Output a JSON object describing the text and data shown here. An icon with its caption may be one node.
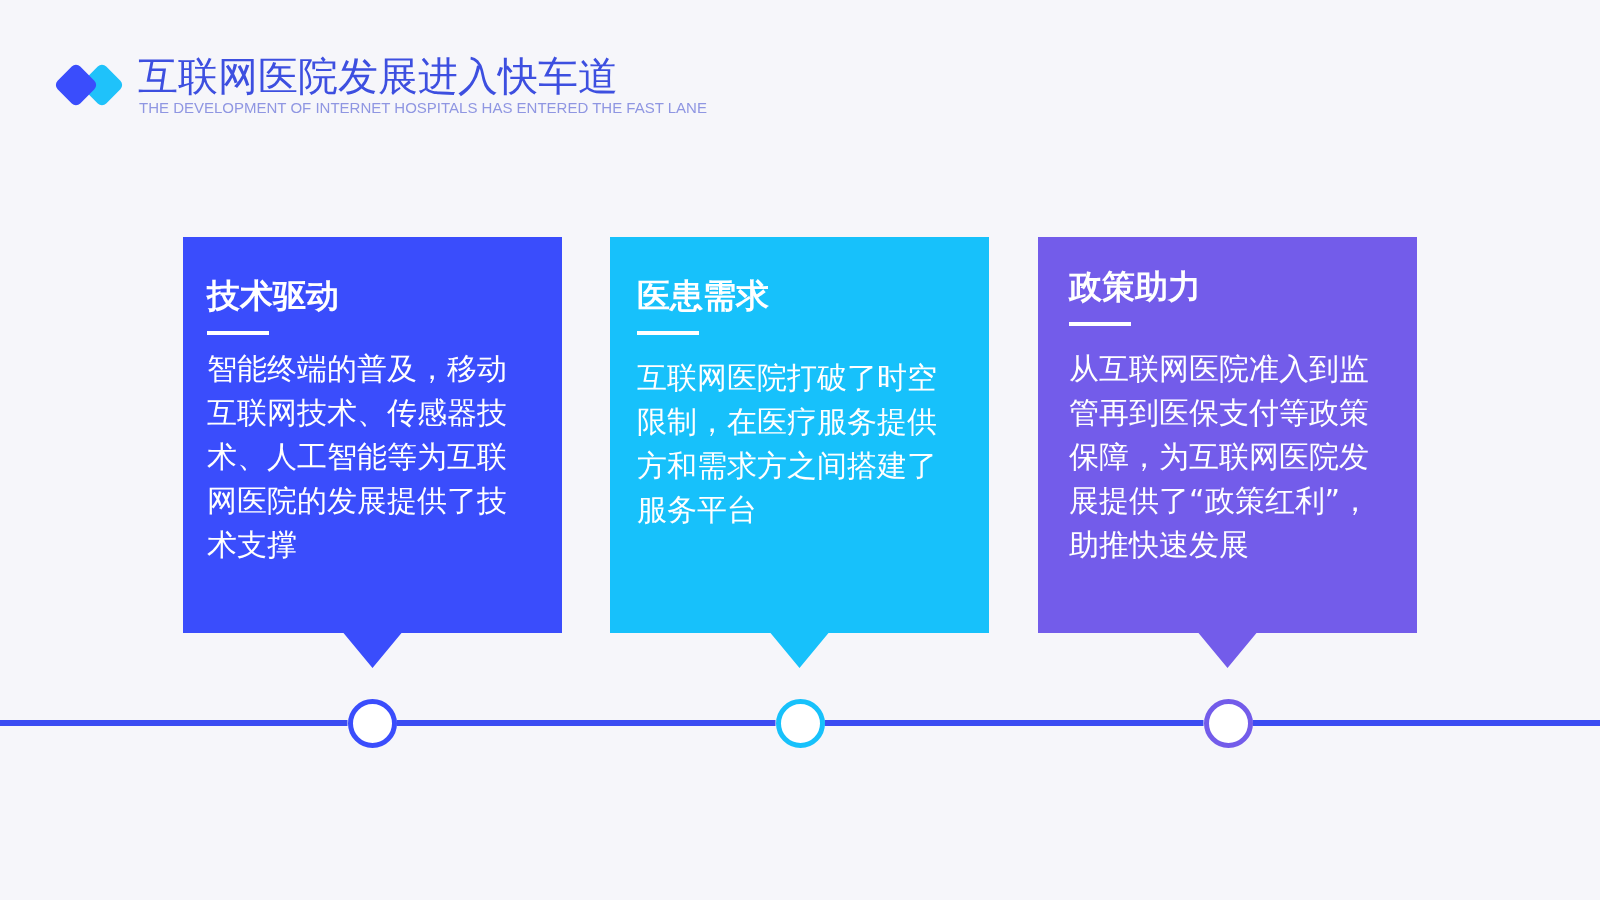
{
  "diagram": {
    "title": "互联网医院发展进入快车道",
    "nodes": [
      {
        "text": [
          "技术驱动",
          "智能终端的普及，移动互联网技术、传感器技术、人工智能等为互联网医院的发展提供了技术支撑"
        ]
      },
      {
        "text": [
          "医患需求",
          "互联网医院打破了时空限制，在医疗服务提供方和需求方之间搭建了服务平台"
        ]
      },
      {
        "text": [
          "政策助力",
          "从互联网医院准入到监管再到医保支付等政策保障，为互联网医院发展提供了“政策红利”，助推快速发展"
        ]
      },
      {
        "text": [],
        "shape": "circle"
      },
      {
        "text": [],
        "shape": "circle"
      },
      {
        "text": [],
        "shape": "circle"
      }
    ],
    "edges": [
      {
        "from": null,
        "to": 3,
        "arrow": "none"
      },
      {
        "from": 3,
        "to": 4,
        "arrow": "none"
      },
      {
        "from": 4,
        "to": 5,
        "arrow": "none"
      },
      {
        "from": 5,
        "to": null,
        "arrow": "none"
      }
    ],
    "labels": [
      "THE DEVELOPMENT OF INTERNET HOSPITALS HAS ENTERED THE FAST LANE"
    ]
  }
}
